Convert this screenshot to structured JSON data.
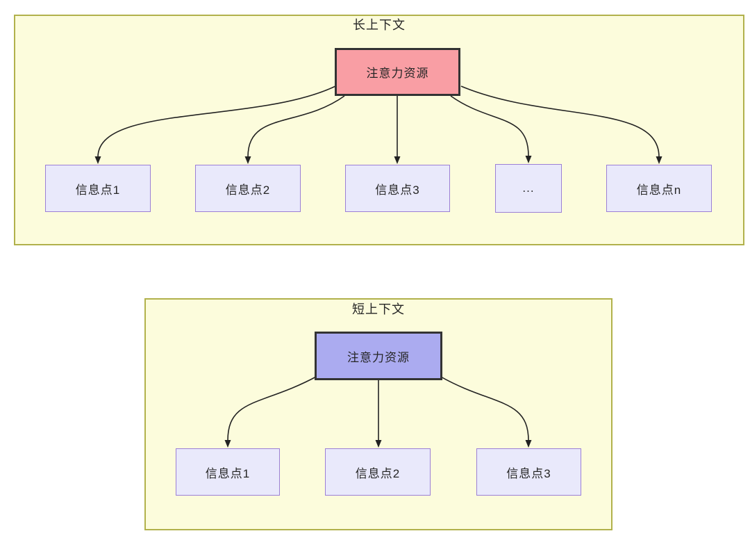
{
  "sections": [
    {
      "title": "长上下文",
      "root_label": "注意力资源",
      "children": [
        "信息点1",
        "信息点2",
        "信息点3",
        "...",
        "信息点n"
      ]
    },
    {
      "title": "短上下文",
      "root_label": "注意力资源",
      "children": [
        "信息点1",
        "信息点2",
        "信息点3"
      ]
    }
  ],
  "colors": {
    "panel_fill": "#fcfcdc",
    "panel_border": "#b1b14b",
    "long_root_fill": "#f99ea4",
    "short_root_fill": "#ababf0",
    "leaf_fill": "#e9e9fb",
    "leaf_border": "#9b7fd6",
    "root_border": "#333333",
    "arrow": "#222222",
    "text": "#262626"
  }
}
